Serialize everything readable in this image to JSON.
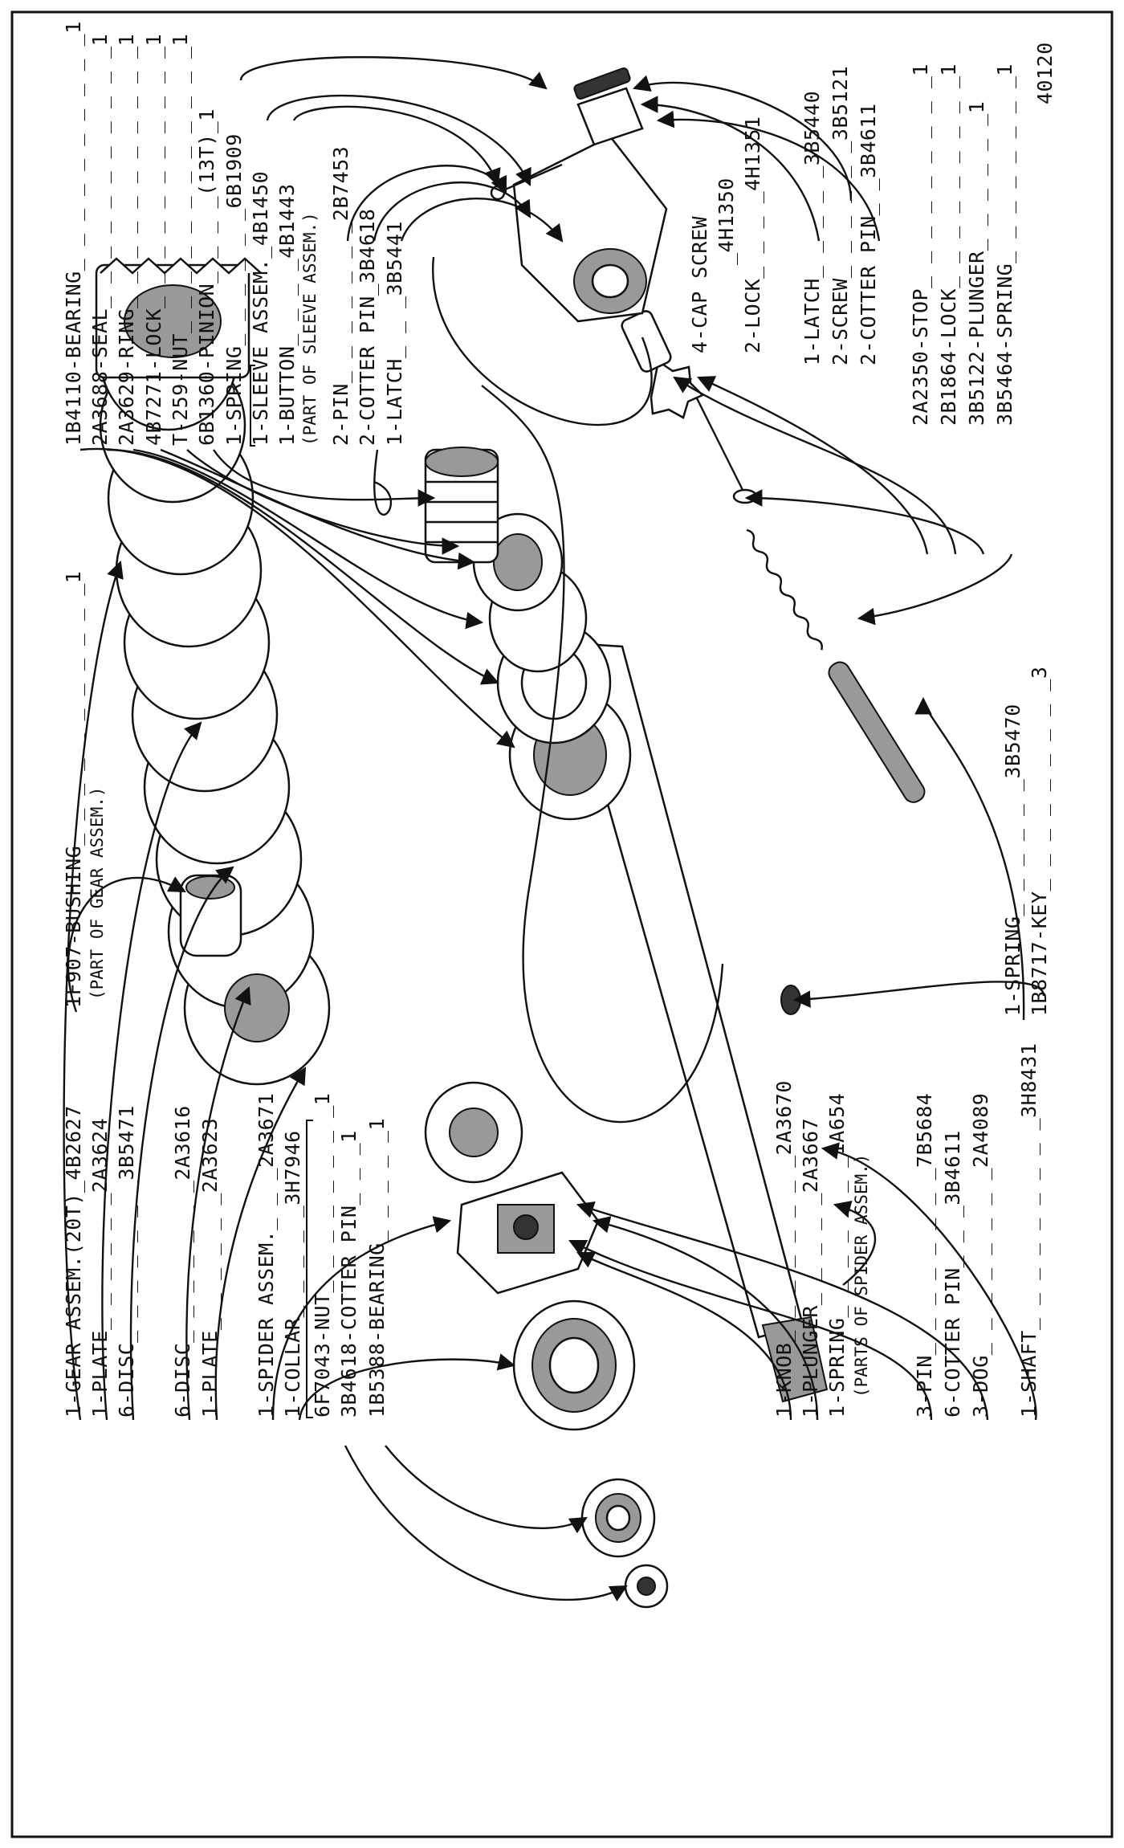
{
  "figure_number": "40120",
  "groups": {
    "gear": [
      "1-GEAR ASSEM.(20T)_4B2627",
      "1-PLATE_ _ _ _ _ _2A3624",
      "6-DISC_ _ _ _ _ _ _3B5471"
    ],
    "disc_plate": [
      "6-DISC_ _ _ _ _ _ _2A3616",
      "1-PLATE_ _ _ _ _ _2A3623"
    ],
    "spider": [
      "1-SPIDER ASSEM._ _ _2A3671",
      "1-COLLAR_ _ _ _ _3H7946",
      "6F7043-NUT_ _ _ _ _ _ _ _1",
      "3B4618-COTTER PIN_ _ _1",
      "1B5388-BEARING_ _ _ _ _1"
    ],
    "knob": [
      "1-KNOB_ _ _ _ _ _ _ _2A3670",
      "1-PLUNGER_ _ _ _ _2A3667",
      "1-SPRING_ _ _ _ _ _ _1A654"
    ],
    "knob_note": "(PARTS OF SPIDER ASSEM.)",
    "pin_dog": [
      "3-PIN_ _ _ _ _ _ _ _7B5684",
      "6-COTTER PIN_ _ _3B4611",
      "3-DOG_ _ _ _ _ _ _ _2A4089"
    ],
    "shaft": "1-SHAFT_ _ _ _ _ _ _ _ _3H8431",
    "bushing": "1F907-BUSHING_ _ _ _ _ _ _ _ _ _ _1",
    "bushing_note": "(PART OF GEAR ASSEM.)",
    "spring_key": [
      "1-SPRING_ _ _ _ _ _3B5470",
      "1B8717-KEY_ _ _ _ _ _ _ _ _3"
    ],
    "top_left": [
      "1B4110-BEARING_ _ _ _ _ _ _ _ _ _1",
      "2A3688-SEAL_ _ _ _ _ _ _ _ _ _ _1",
      "2A3629-RING_ _ _ _ _ _ _ _ _ _ _1",
      "4B7271-LOCK_ _ _ _ _ _ _ _ _ _ _1",
      "T-259-NUT_ _ _ _ _ _ _ _ _ _ _ _1",
      "6B1360-PINION_ _ _ _(13T)_1",
      "1-SPRING_ _ _ _ _ _6B1909",
      "1-SLEEVE ASSEM._4B1450",
      "1-BUTTON_ _ _ _4B1443",
      "(PART OF SLEEVE ASSEM.)",
      "2-PIN_ _ _ _ _ _ _2B7453",
      "2-COTTER PIN_3B4618",
      "1-LATCH_ _ _3B5441"
    ],
    "cap_screw": [
      "4-CAP SCREW",
      "_4H1350",
      "2-LOCK_ _ _ _4H1351"
    ],
    "latch": [
      "1-LATCH_ _ _ _ _3B5440",
      "2-SCREW_ _ _ _ _ _3B5121",
      "2-COTTER PIN_ _3B4611"
    ],
    "stop_group": [
      "2A2350-STOP_ _ _ _ _ _ _ _ _1",
      "2B1864-LOCK_ _ _ _ _ _ _ _ _1",
      "3B5122-PLUNGER_ _ _ _ _ _1",
      "3B5464-SPRING_ _ _ _ _ _ _ _1"
    ]
  }
}
